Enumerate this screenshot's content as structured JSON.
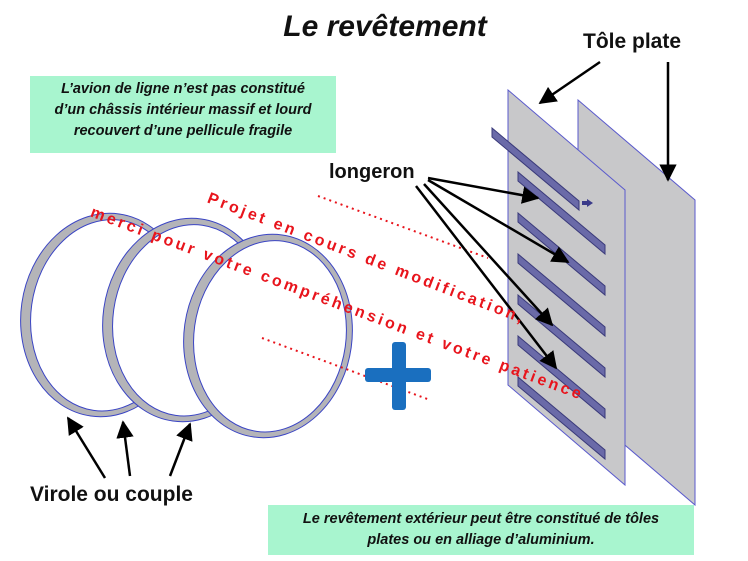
{
  "title": "Le revêtement",
  "labels": {
    "tole_plate": "Tôle plate",
    "longeron": "longeron",
    "virole": "Virole ou couple"
  },
  "boxes": {
    "top_left": [
      "L’avion de ligne n’est pas constitué",
      "d’un châssis intérieur massif et lourd",
      "recouvert d’une pellicule fragile"
    ],
    "bottom_right": [
      "Le revêtement extérieur peut être constitué de tôles",
      "plates ou en alliage d’aluminium."
    ]
  },
  "notice": {
    "line1": "Projet en cours de modification,",
    "line2": "merci pour votre compréhension et votre patience"
  },
  "colors": {
    "box_fill": "#a8f5cf",
    "notice_red": "#e8141c",
    "plus_blue": "#1a6fbf",
    "ring_outline": "#3a44c4",
    "ring_fill": "#b4b4b8",
    "plate_fill": "#c8c8ca",
    "longeron_fill": "#6a6aa8"
  },
  "icons": [
    "plus-icon",
    "arrow-icon"
  ]
}
